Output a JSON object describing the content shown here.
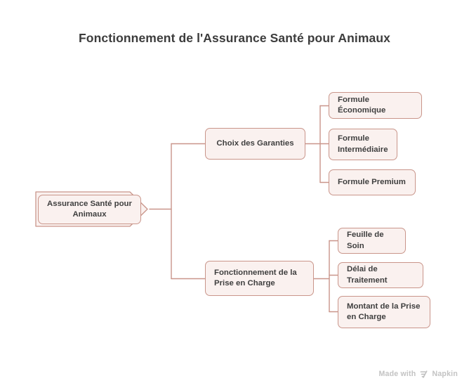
{
  "page": {
    "title": "Fonctionnement de l'Assurance Santé pour Animaux",
    "background_color": "#ffffff"
  },
  "theme": {
    "node_border": "#c9958a",
    "node_fill": "#faf1ef",
    "connector": "#c9958a",
    "text": "#3f3f3f",
    "title_text": "#3c3c3c",
    "watermark_text": "#c3c3c3"
  },
  "diagram": {
    "type": "tree",
    "root": {
      "label": "Assurance Santé pour Animaux",
      "shape": "arrow-pentagon"
    },
    "branches": [
      {
        "label": "Choix des Garanties",
        "children": [
          {
            "label": "Formule Économique"
          },
          {
            "label": "Formule Intermédiaire"
          },
          {
            "label": "Formule Premium"
          }
        ]
      },
      {
        "label": "Fonctionnement de la Prise en Charge",
        "children": [
          {
            "label": "Feuille de Soin"
          },
          {
            "label": "Délai de Traitement"
          },
          {
            "label": "Montant de la Prise en Charge"
          }
        ]
      }
    ]
  },
  "watermark": {
    "prefix": "Made with",
    "brand": "Napkin",
    "mark_icon": "napkin-chevrons-icon"
  }
}
